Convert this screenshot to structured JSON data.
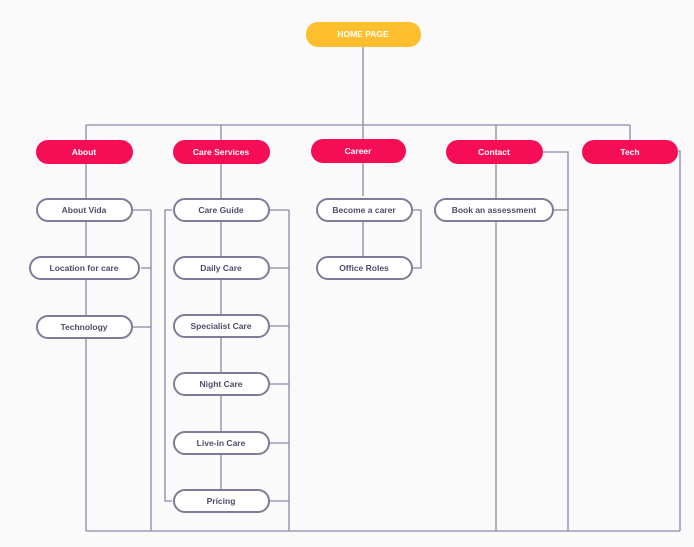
{
  "root": {
    "label": "HOME PAGE"
  },
  "sections": [
    {
      "label": "About",
      "children": [
        "About Vida",
        "Location for care",
        "Technology"
      ]
    },
    {
      "label": "Care Services",
      "children": [
        "Care Guide",
        "Daily Care",
        "Specialist Care",
        "Night Care",
        "Live-in Care",
        "Pricing"
      ]
    },
    {
      "label": "Career",
      "children": [
        "Become a carer",
        "Office Roles"
      ]
    },
    {
      "label": "Contact",
      "children": [
        "Book an assessment"
      ]
    },
    {
      "label": "Tech",
      "children": []
    }
  ],
  "colors": {
    "root": "#fdbf2d",
    "section": "#f50d55",
    "page_border": "#7d7d99",
    "page_text": "#4d4d6a",
    "connector": "#8a8aa6",
    "background": "#fafafa"
  }
}
